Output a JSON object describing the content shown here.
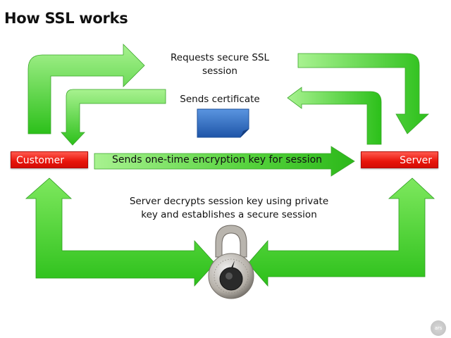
{
  "title": "How SSL works",
  "nodes": {
    "customer": "Customer",
    "server": "Server"
  },
  "steps": {
    "request_line1": "Requests secure SSL",
    "request_line2": "session",
    "certificate": "Sends certificate",
    "key": "Sends one-time encryption key for session",
    "decrypt_line1": "Server decrypts session key using private",
    "decrypt_line2": "key and establishes a secure session"
  },
  "icons": {
    "certificate": "certificate-document-icon",
    "lock": "combination-padlock-icon",
    "logo": "ars-logo"
  },
  "logo_text": "ars",
  "colors": {
    "arrow_green": "#33cc22",
    "arrow_green_light": "#a6f08e",
    "node_red": "#e8140a",
    "certificate_blue": "#2f6fc4"
  }
}
